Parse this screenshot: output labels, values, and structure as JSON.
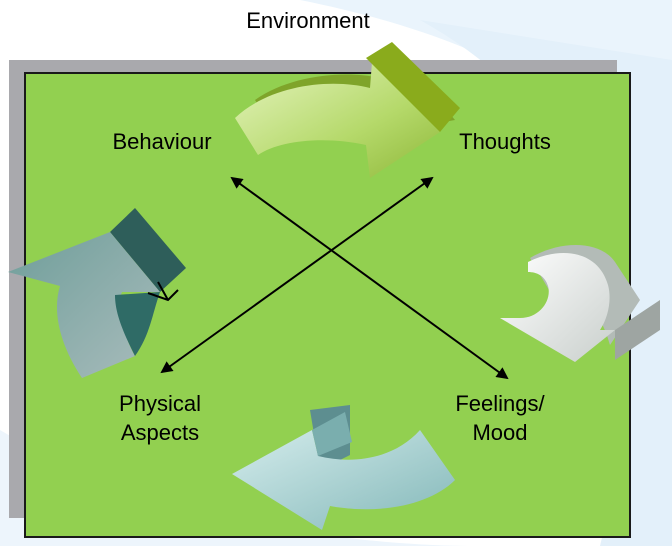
{
  "diagram": {
    "outer_label": "Environment",
    "nodes": {
      "behaviour": "Behaviour",
      "thoughts": "Thoughts",
      "physical": [
        "Physical",
        "Aspects"
      ],
      "feelings": [
        "Feelings/",
        "Mood"
      ]
    },
    "connections": [
      {
        "from": "behaviour",
        "to": "feelings",
        "type": "bidirectional"
      },
      {
        "from": "thoughts",
        "to": "physical",
        "type": "bidirectional"
      }
    ],
    "cycle_arrows": [
      {
        "from": "behaviour",
        "to": "thoughts",
        "color": "#9acd32"
      },
      {
        "from": "thoughts",
        "to": "feelings",
        "color": "#e3e7e6"
      },
      {
        "from": "feelings",
        "to": "physical",
        "color": "#a6cfcf"
      },
      {
        "from": "physical",
        "to": "behaviour",
        "color": "#3f7f7a"
      }
    ],
    "colors": {
      "panel": "#92d050",
      "panel_shadow": "#a9a9ad",
      "background_swirl": "#e6f2fb"
    }
  }
}
